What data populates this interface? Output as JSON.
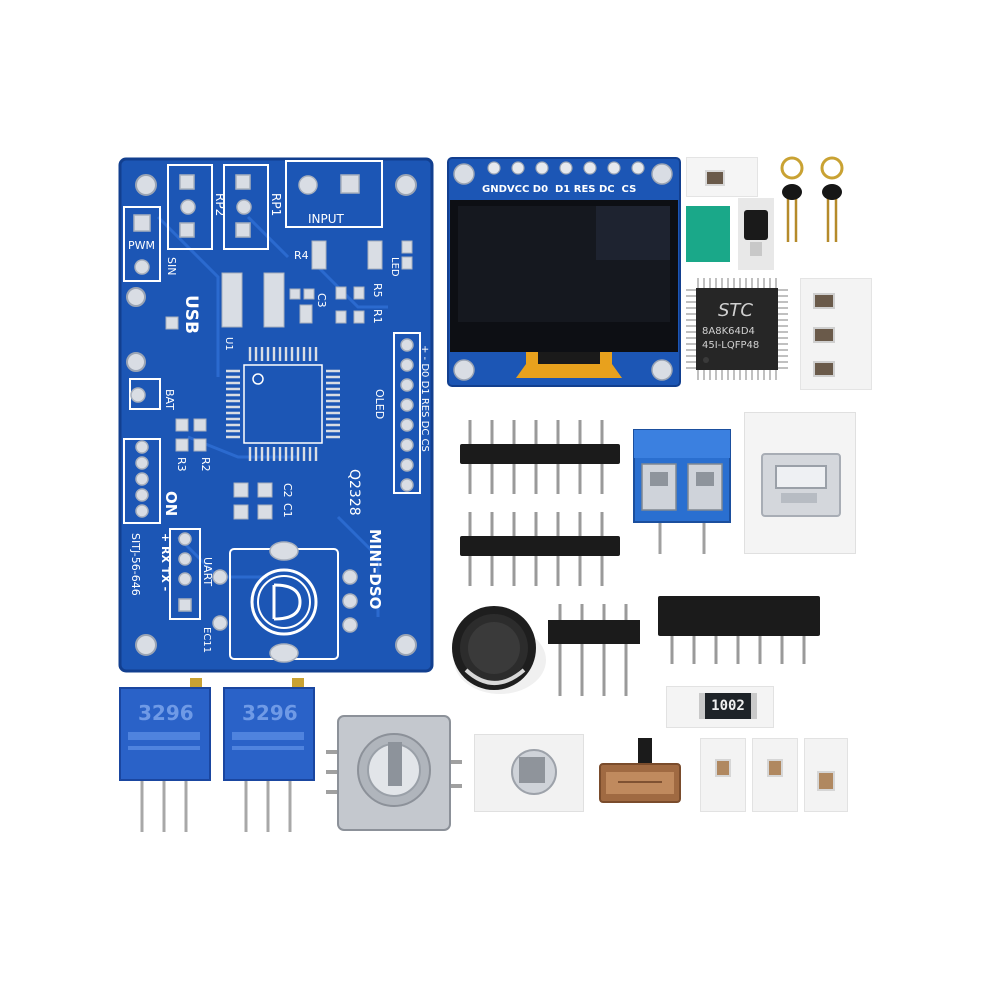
{
  "pcb": {
    "labels": {
      "pwm": "PWM",
      "sin": "SIN",
      "rp2": "RP2",
      "rp1": "RP1",
      "input": "INPUT",
      "usb": "USB",
      "r4": "R4",
      "led": "LED",
      "c3": "C3",
      "r5": "R5",
      "r1": "R1",
      "u1": "U1",
      "oled": "OLED",
      "bat": "BAT",
      "r3": "R3",
      "r2": "R2",
      "on": "ON",
      "c2": "C2",
      "c1": "C1",
      "q": "Q2328",
      "uart": "UART",
      "uart_pins": "+ RX TX -",
      "sitj": "SITJ-56-646",
      "mini_dso": "MINi-DSO",
      "ec11": "EC11",
      "oled_pins": "+ - D0 D1 RES DC CS"
    }
  },
  "oled": {
    "pins_label": "GNDVCC D0  D1 RES DC  CS"
  },
  "chip": {
    "brand": "STC",
    "line1": "8A8K64D4",
    "line2": "45I-LQFP48"
  },
  "resistor": {
    "code": "1002"
  },
  "trimpot": {
    "marking": "3296"
  },
  "colors": {
    "pcb": "#1c56b5",
    "pcb_dark": "#123f8f",
    "terminal": "#2a6fd0",
    "pin_gold": "#c9a233",
    "silk": "#ffffff"
  }
}
